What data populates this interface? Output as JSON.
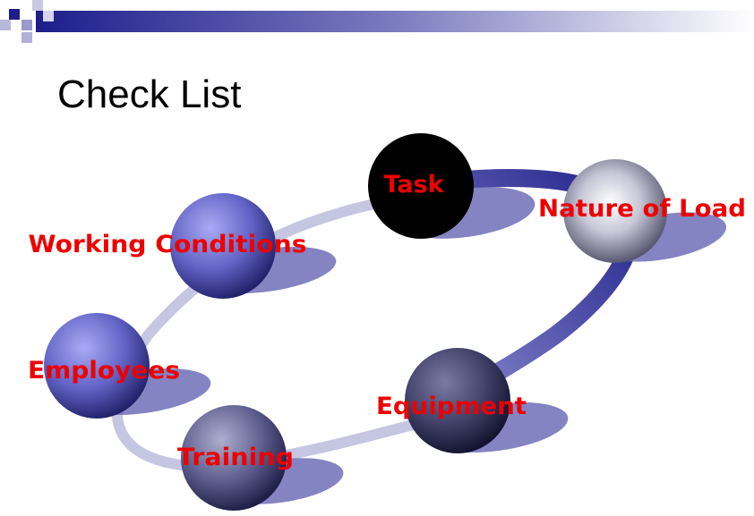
{
  "slide": {
    "title": "Check List"
  },
  "colors": {
    "label": "#ee0000",
    "ring_light": "#c5c5e0",
    "ring_dark": "#26267f",
    "header_dark": "#1d1d8c",
    "task_node": "#000000"
  },
  "diagram": {
    "nodes": [
      {
        "id": "task",
        "label": "Task"
      },
      {
        "id": "nature-of-load",
        "label": "Nature of Load"
      },
      {
        "id": "working-conditions",
        "label": "Working Conditions"
      },
      {
        "id": "employees",
        "label": "Employees"
      },
      {
        "id": "equipment",
        "label": "Equipment"
      },
      {
        "id": "training",
        "label": "Training"
      }
    ]
  }
}
